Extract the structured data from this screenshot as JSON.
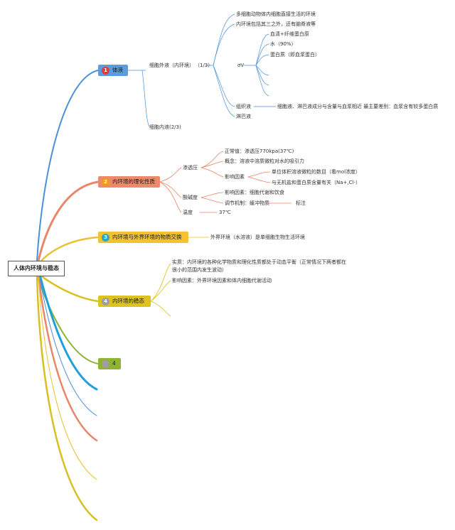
{
  "root": "人体内环境与稳态",
  "colors": {
    "blue": "#4a90d9",
    "orange": "#e8866a",
    "gold": "#e8c12d",
    "olive": "#8fb431",
    "cyan": "#1fa0d8",
    "yellow": "#d8c020"
  },
  "b1": {
    "label": "体液",
    "badge": "1",
    "badge_color": "#e23b3b",
    "extra_label": "细胞外液（内环境）",
    "extra_ratio": "（1/3）",
    "intra": "细胞内液(2/3)",
    "n1": "多细胞动物体内细胞直接生活的环境",
    "n2": "内环境包括其三之外，还有脑脊液等",
    "ov": "σV",
    "plasma": [
      "血清+纤维蛋白原",
      "水（90%）",
      "蛋白质（即血浆蛋白）"
    ],
    "tissue": "组织液",
    "tissue_note": "细胞液、淋巴液成分与含量与血浆相近 最主要差别：血浆含有较多蛋白质",
    "lymph": "淋巴液"
  },
  "b2": {
    "label": "内环境的理化性质",
    "badge": "2",
    "badge_color": "#f39c12",
    "osm": "渗透压",
    "osm_normal": "正常值：渗透压770kpa(37℃)",
    "osm_concept": "概念：溶液中溶质微粒对水的吸引力",
    "osm_factor": "影响因素",
    "osm_f1": "单位体积溶液微粒的数目（看mol浓度）",
    "osm_f2": "与无机盐和蛋白质含量有关（Na+,Cl-）",
    "ph": "酸碱度",
    "ph_factor": "影响因素：细胞代谢和饮食",
    "ph_reg": "调节机制：缓冲物质",
    "ph_note": "标注",
    "temp": "温度",
    "temp_val": "37℃"
  },
  "b3": {
    "label": "内环境与外界环境的物质交换",
    "badge": "3",
    "badge_color": "#2aa7c9",
    "note": "外界环境（水溶液）是单细胞生物生活环境"
  },
  "b4": {
    "label": "内环境的稳态",
    "badge": "4",
    "badge_color": "#9e9e9e",
    "essence": "实质：内环境的各种化学物质和理化性质都处于动态平衡（正常情况下两者都在很小的范围内发生波动）",
    "factor": "影响因素：外界环境因素和体内细胞代谢活动"
  },
  "b5": {
    "label": "4",
    "badge": "",
    "badge_color": "#9e9e9e"
  }
}
